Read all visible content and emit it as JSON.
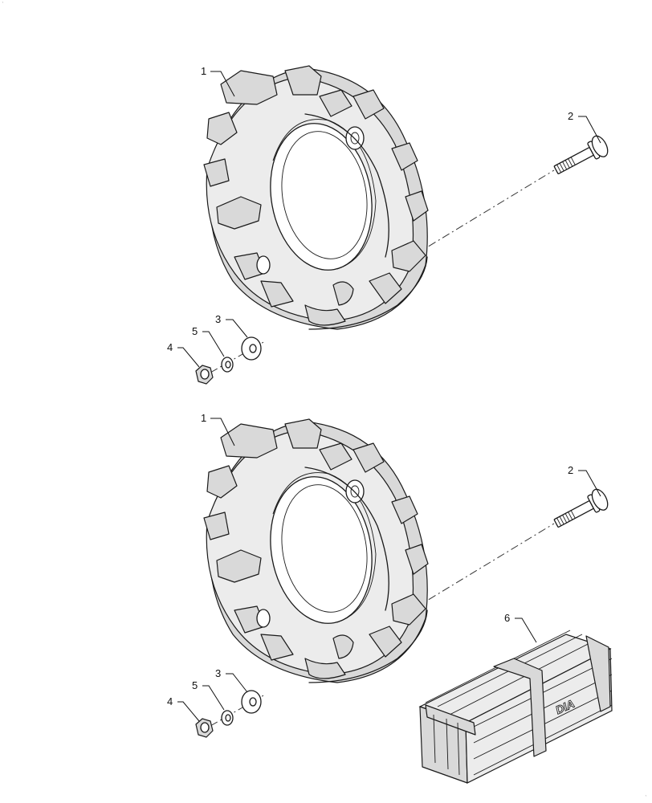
{
  "callouts": {
    "weight": "1",
    "bolt": "2",
    "washer": "3",
    "nut": "4",
    "lock_washer": "5",
    "crate": "6"
  },
  "crate_brand": "DIA",
  "corner_marks": {
    "top_left": "`",
    "bottom_right": "`"
  }
}
